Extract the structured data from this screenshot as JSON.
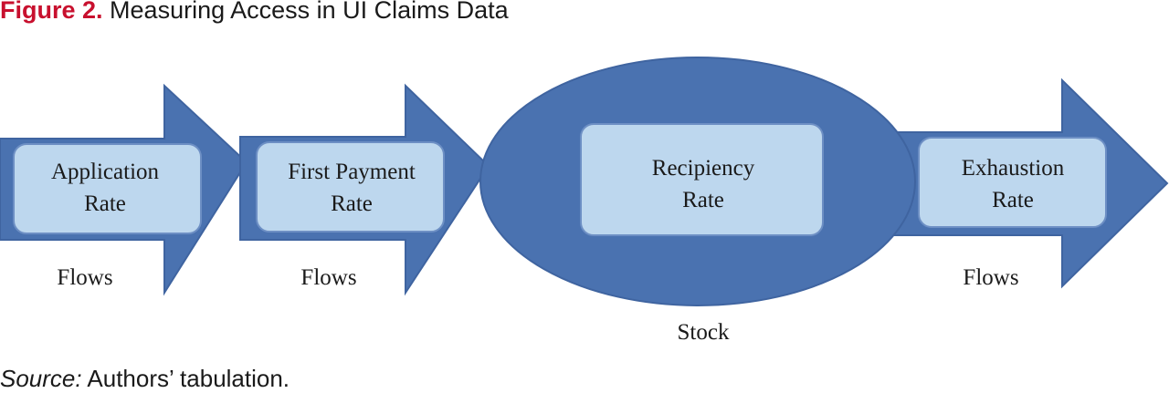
{
  "title": {
    "figure_label": "Figure 2.",
    "text": "Measuring Access in UI Claims Data"
  },
  "diagram": {
    "nodes": [
      {
        "label_line1": "Application",
        "label_line2": "Rate",
        "kind": "Flows"
      },
      {
        "label_line1": "First Payment",
        "label_line2": "Rate",
        "kind": "Flows"
      },
      {
        "label_line1": "Recipiency",
        "label_line2": "Rate",
        "kind": "Stock"
      },
      {
        "label_line1": "Exhaustion",
        "label_line2": "Rate",
        "kind": "Flows"
      }
    ],
    "colors": {
      "shape_fill": "#4a72b0",
      "shape_stroke": "#3f64a0",
      "box_fill": "#bdd7ee",
      "box_stroke": "#6d8fc4"
    }
  },
  "source": {
    "label": "Source:",
    "text": "Authors’ tabulation."
  }
}
